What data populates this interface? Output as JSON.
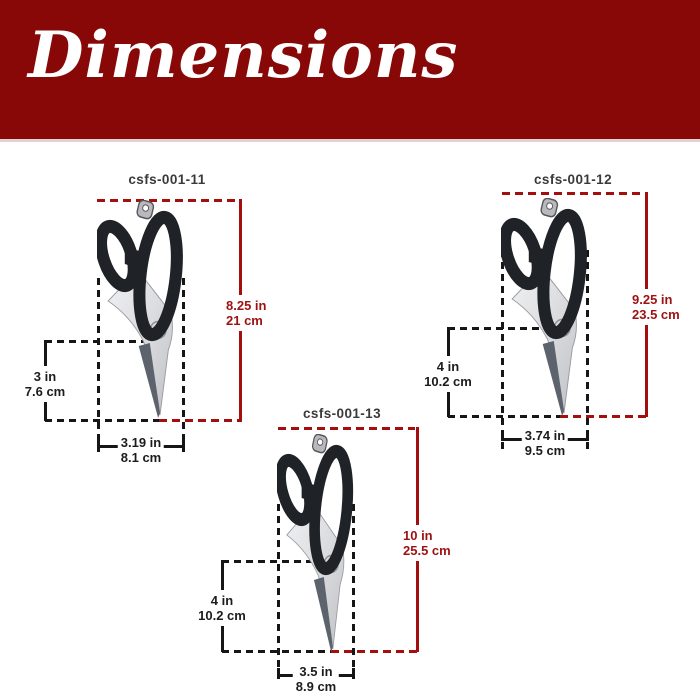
{
  "header": {
    "title": "Dimensions"
  },
  "colors": {
    "banner_red": "#880808",
    "dimension_red": "#9e1111",
    "dimension_red_line": "#a30e0e",
    "line_black": "#161616"
  },
  "products": [
    {
      "sku": "csfs-001-11",
      "overall_length_in": "8.25 in",
      "overall_length_cm": "21 cm",
      "blade_length_in": "3 in",
      "blade_length_cm": "7.6 cm",
      "width_in": "3.19 in",
      "width_cm": "8.1 cm"
    },
    {
      "sku": "csfs-001-12",
      "overall_length_in": "9.25 in",
      "overall_length_cm": "23.5 cm",
      "blade_length_in": "4 in",
      "blade_length_cm": "10.2 cm",
      "width_in": "3.74 in",
      "width_cm": "9.5 cm"
    },
    {
      "sku": "csfs-001-13",
      "overall_length_in": "10 in",
      "overall_length_cm": "25.5 cm",
      "blade_length_in": "4 in",
      "blade_length_cm": "10.2 cm",
      "width_in": "3.5 in",
      "width_cm": "8.9 cm"
    }
  ]
}
